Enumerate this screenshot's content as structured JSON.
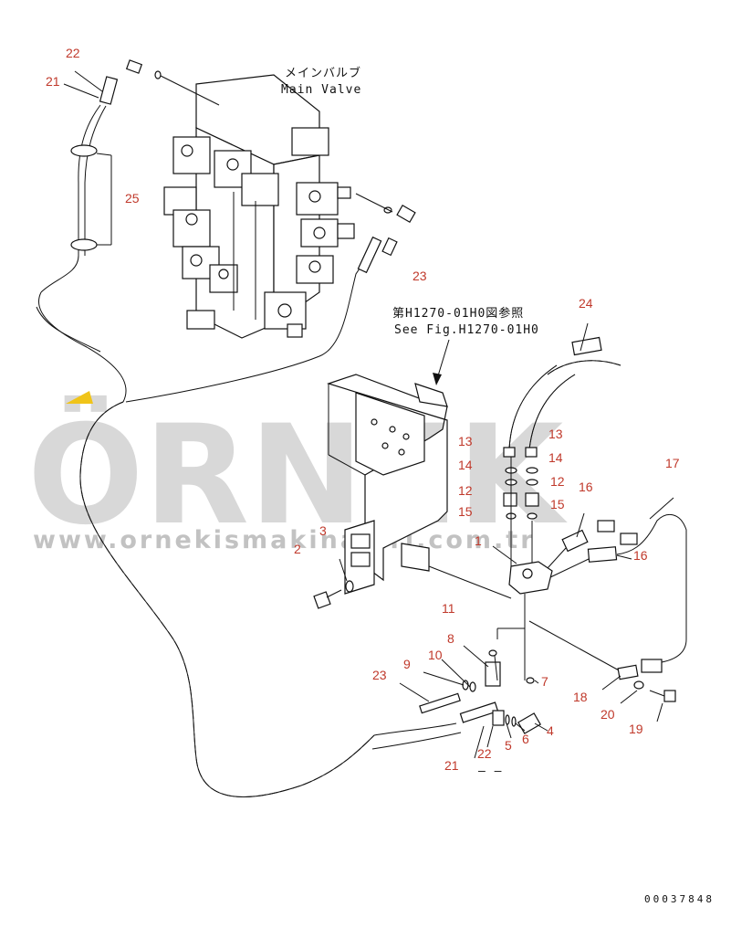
{
  "labels": {
    "main_valve_jp": "メインバルブ",
    "main_valve_en": "Main Valve",
    "see_fig_jp": "第H1270-01H0図参照",
    "see_fig_en": "See Fig.H1270-01H0"
  },
  "watermark": {
    "brand": "ÖRNEK",
    "url": "www.ornekismakinalari.com.tr"
  },
  "doc_number": "00037848",
  "footnote_dash": "– –",
  "part_numbers": [
    "22",
    "21",
    "25",
    "23",
    "24",
    "13",
    "13",
    "14",
    "14",
    "12",
    "12",
    "15",
    "15",
    "16",
    "17",
    "16",
    "1",
    "2",
    "3",
    "11",
    "8",
    "9",
    "10",
    "23",
    "7",
    "4",
    "18",
    "20",
    "19",
    "5",
    "6",
    "21",
    "22"
  ],
  "colors": {
    "callout": "#c0392b",
    "accent": "#f0c419",
    "watermark": "#d2d2d2"
  }
}
